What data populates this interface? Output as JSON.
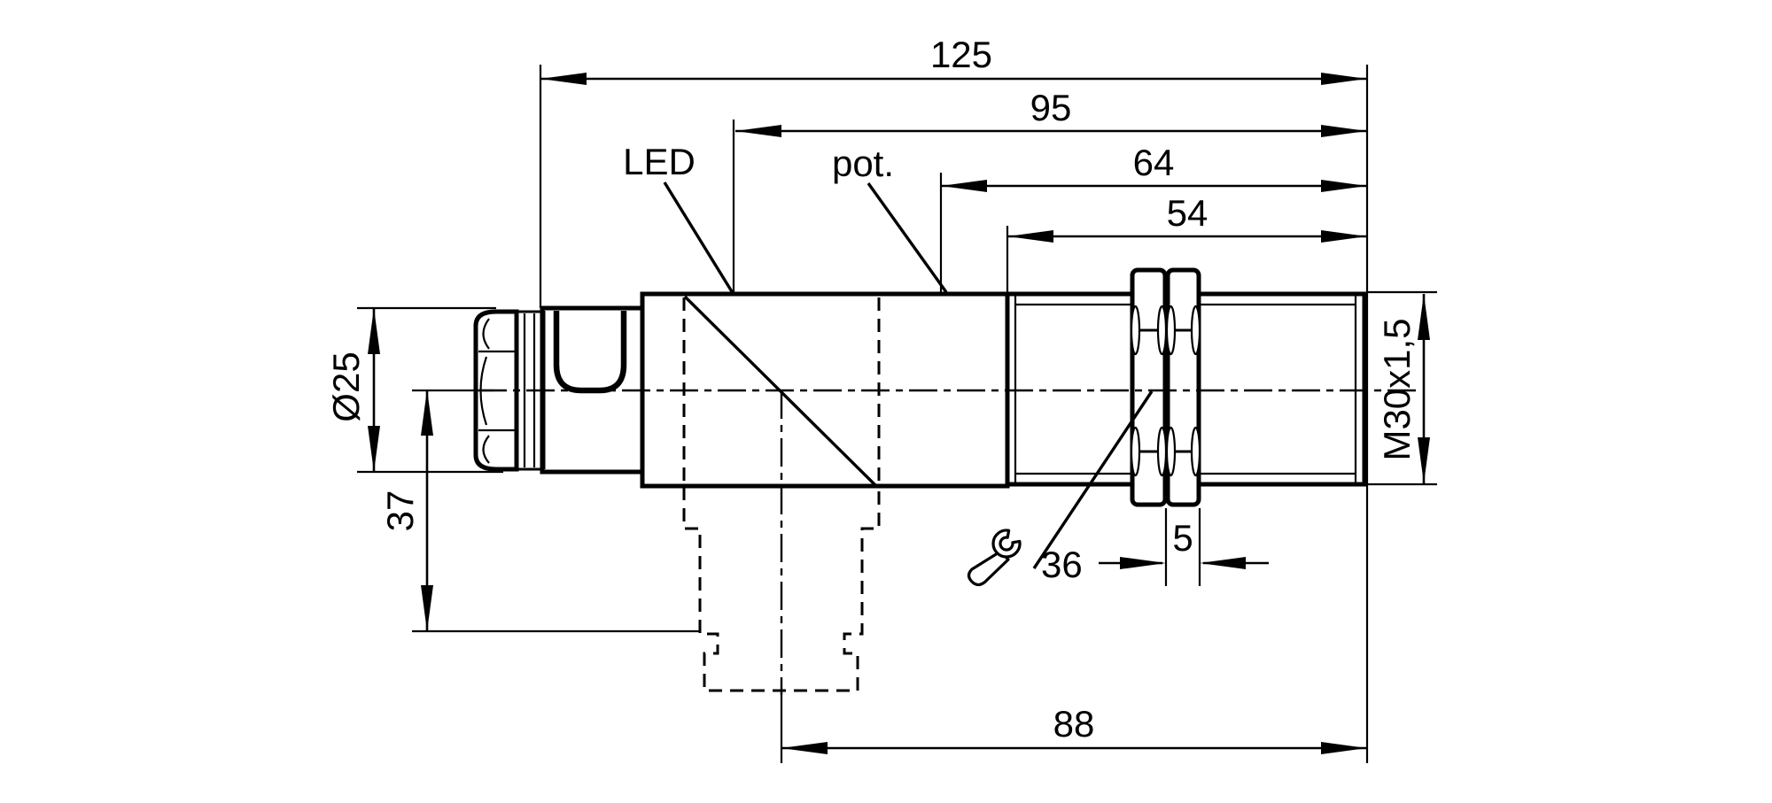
{
  "drawing": {
    "title": "Cylindrical sensor dimensional drawing",
    "units": "mm",
    "background_color": "#ffffff",
    "line_color": "#000000",
    "dimensions": {
      "total_length": "125",
      "housing_length": "95",
      "front_length": "64",
      "thread_length": "54",
      "rear_diameter": "Ø25",
      "axis_height": "37",
      "thread_spec": "M30x1,5",
      "nut_thickness": "5",
      "bracket_to_front": "88"
    },
    "callouts": {
      "led": "LED",
      "pot": "pot.",
      "wrench_size": "36"
    }
  }
}
